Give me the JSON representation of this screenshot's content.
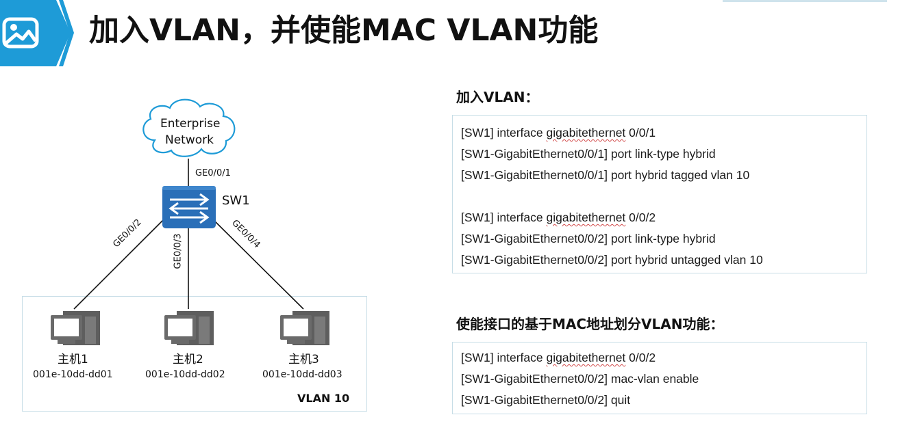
{
  "slide": {
    "title": "加入VLAN，并使能MAC VLAN功能"
  },
  "diagram": {
    "cloud_line1": "Enterprise",
    "cloud_line2": "Network",
    "switch_name": "SW1",
    "uplink_port": "GE0/0/1",
    "ports": [
      "GE0/0/2",
      "GE0/0/3",
      "GE0/0/4"
    ],
    "hosts": [
      {
        "name": "主机1",
        "mac": "001e-10dd-dd01"
      },
      {
        "name": "主机2",
        "mac": "001e-10dd-dd02"
      },
      {
        "name": "主机3",
        "mac": "001e-10dd-dd03"
      }
    ],
    "vlan_label": "VLAN 10"
  },
  "section1": {
    "title": "加入VLAN：",
    "lines": [
      {
        "pre": "[SW1] interface ",
        "kw": "gigabitethernet",
        "post": " 0/0/1"
      },
      {
        "pre": "[SW1-GigabitEthernet0/0/1] port link-type hybrid",
        "kw": "",
        "post": ""
      },
      {
        "pre": "[SW1-GigabitEthernet0/0/1] port hybrid tagged vlan 10",
        "kw": "",
        "post": ""
      },
      {
        "pre": "[SW1] interface ",
        "kw": "gigabitethernet",
        "post": " 0/0/2"
      },
      {
        "pre": "[SW1-GigabitEthernet0/0/2] port link-type hybrid",
        "kw": "",
        "post": ""
      },
      {
        "pre": "[SW1-GigabitEthernet0/0/2] port hybrid untagged vlan 10",
        "kw": "",
        "post": ""
      }
    ]
  },
  "section2": {
    "title": "使能接口的基于MAC地址划分VLAN功能：",
    "lines": [
      {
        "pre": "[SW1] interface ",
        "kw": "gigabitethernet",
        "post": " 0/0/2"
      },
      {
        "pre": "[SW1-GigabitEthernet0/0/2] mac-vlan enable",
        "kw": "",
        "post": ""
      },
      {
        "pre": "[SW1-GigabitEthernet0/0/2] quit",
        "kw": "",
        "post": ""
      }
    ]
  },
  "colors": {
    "accent": "#1e9bd7",
    "switch": "#2a6fb8",
    "box_border": "#c6dde6"
  }
}
